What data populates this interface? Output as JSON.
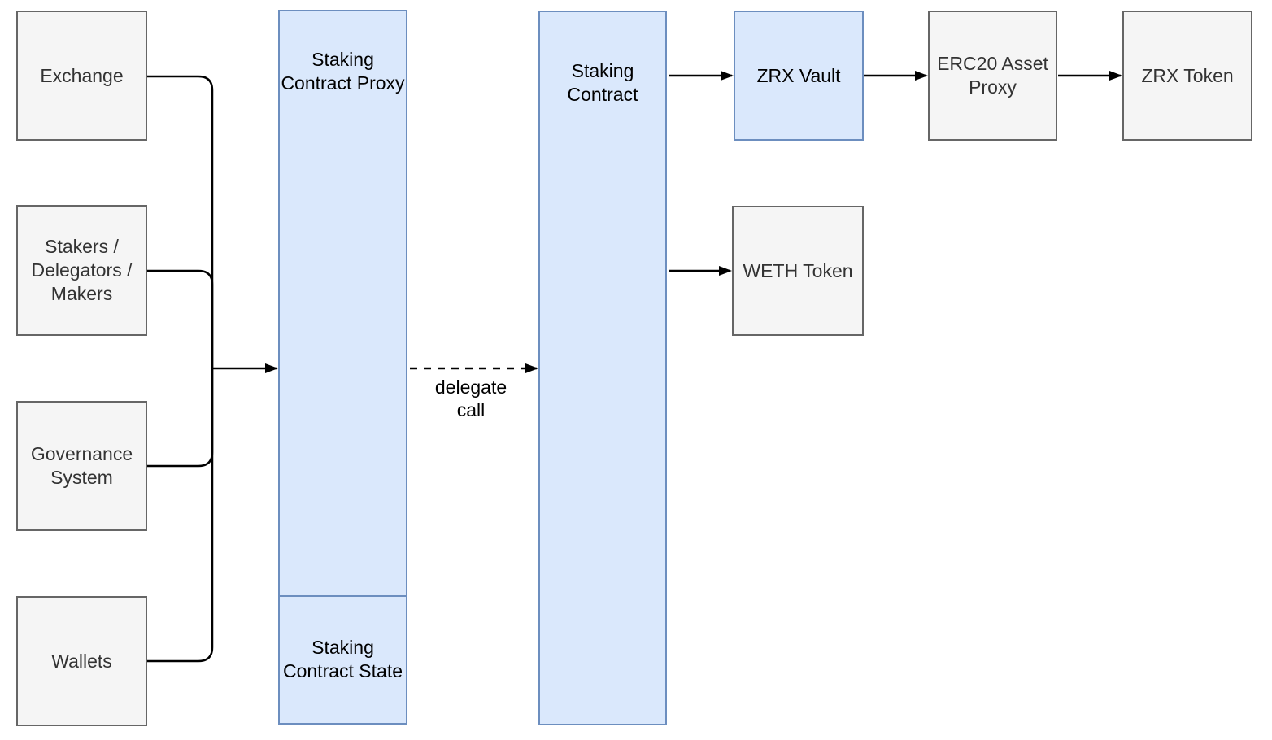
{
  "diagram": {
    "colors": {
      "node_blue_fill": "#dae8fc",
      "node_blue_border": "#6c8ebf",
      "node_gray_fill": "#f5f5f5",
      "node_gray_border": "#666666",
      "edge": "#000000",
      "label_dark": "#333333",
      "label_black": "#000000",
      "canvas_bg": "#ffffff"
    },
    "nodes": {
      "exchange": {
        "label": "Exchange",
        "style": "gray"
      },
      "stakers": {
        "label": "Stakers / Delegators / Makers",
        "style": "gray"
      },
      "governance": {
        "label": "Governance System",
        "style": "gray"
      },
      "wallets": {
        "label": "Wallets",
        "style": "gray"
      },
      "staking_contract_proxy": {
        "label": "Staking Contract Proxy",
        "style": "blue"
      },
      "staking_contract_state": {
        "label": "Staking Contract State",
        "style": "blue"
      },
      "staking_contract": {
        "label": "Staking Contract",
        "style": "blue"
      },
      "zrx_vault": {
        "label": "ZRX Vault",
        "style": "blue"
      },
      "weth_token": {
        "label": "WETH Token",
        "style": "gray"
      },
      "erc20_asset_proxy": {
        "label": "ERC20 Asset Proxy",
        "style": "gray"
      },
      "zrx_token": {
        "label": "ZRX Token",
        "style": "gray"
      }
    },
    "edges": {
      "delegate_call_label": "delegate call"
    }
  }
}
